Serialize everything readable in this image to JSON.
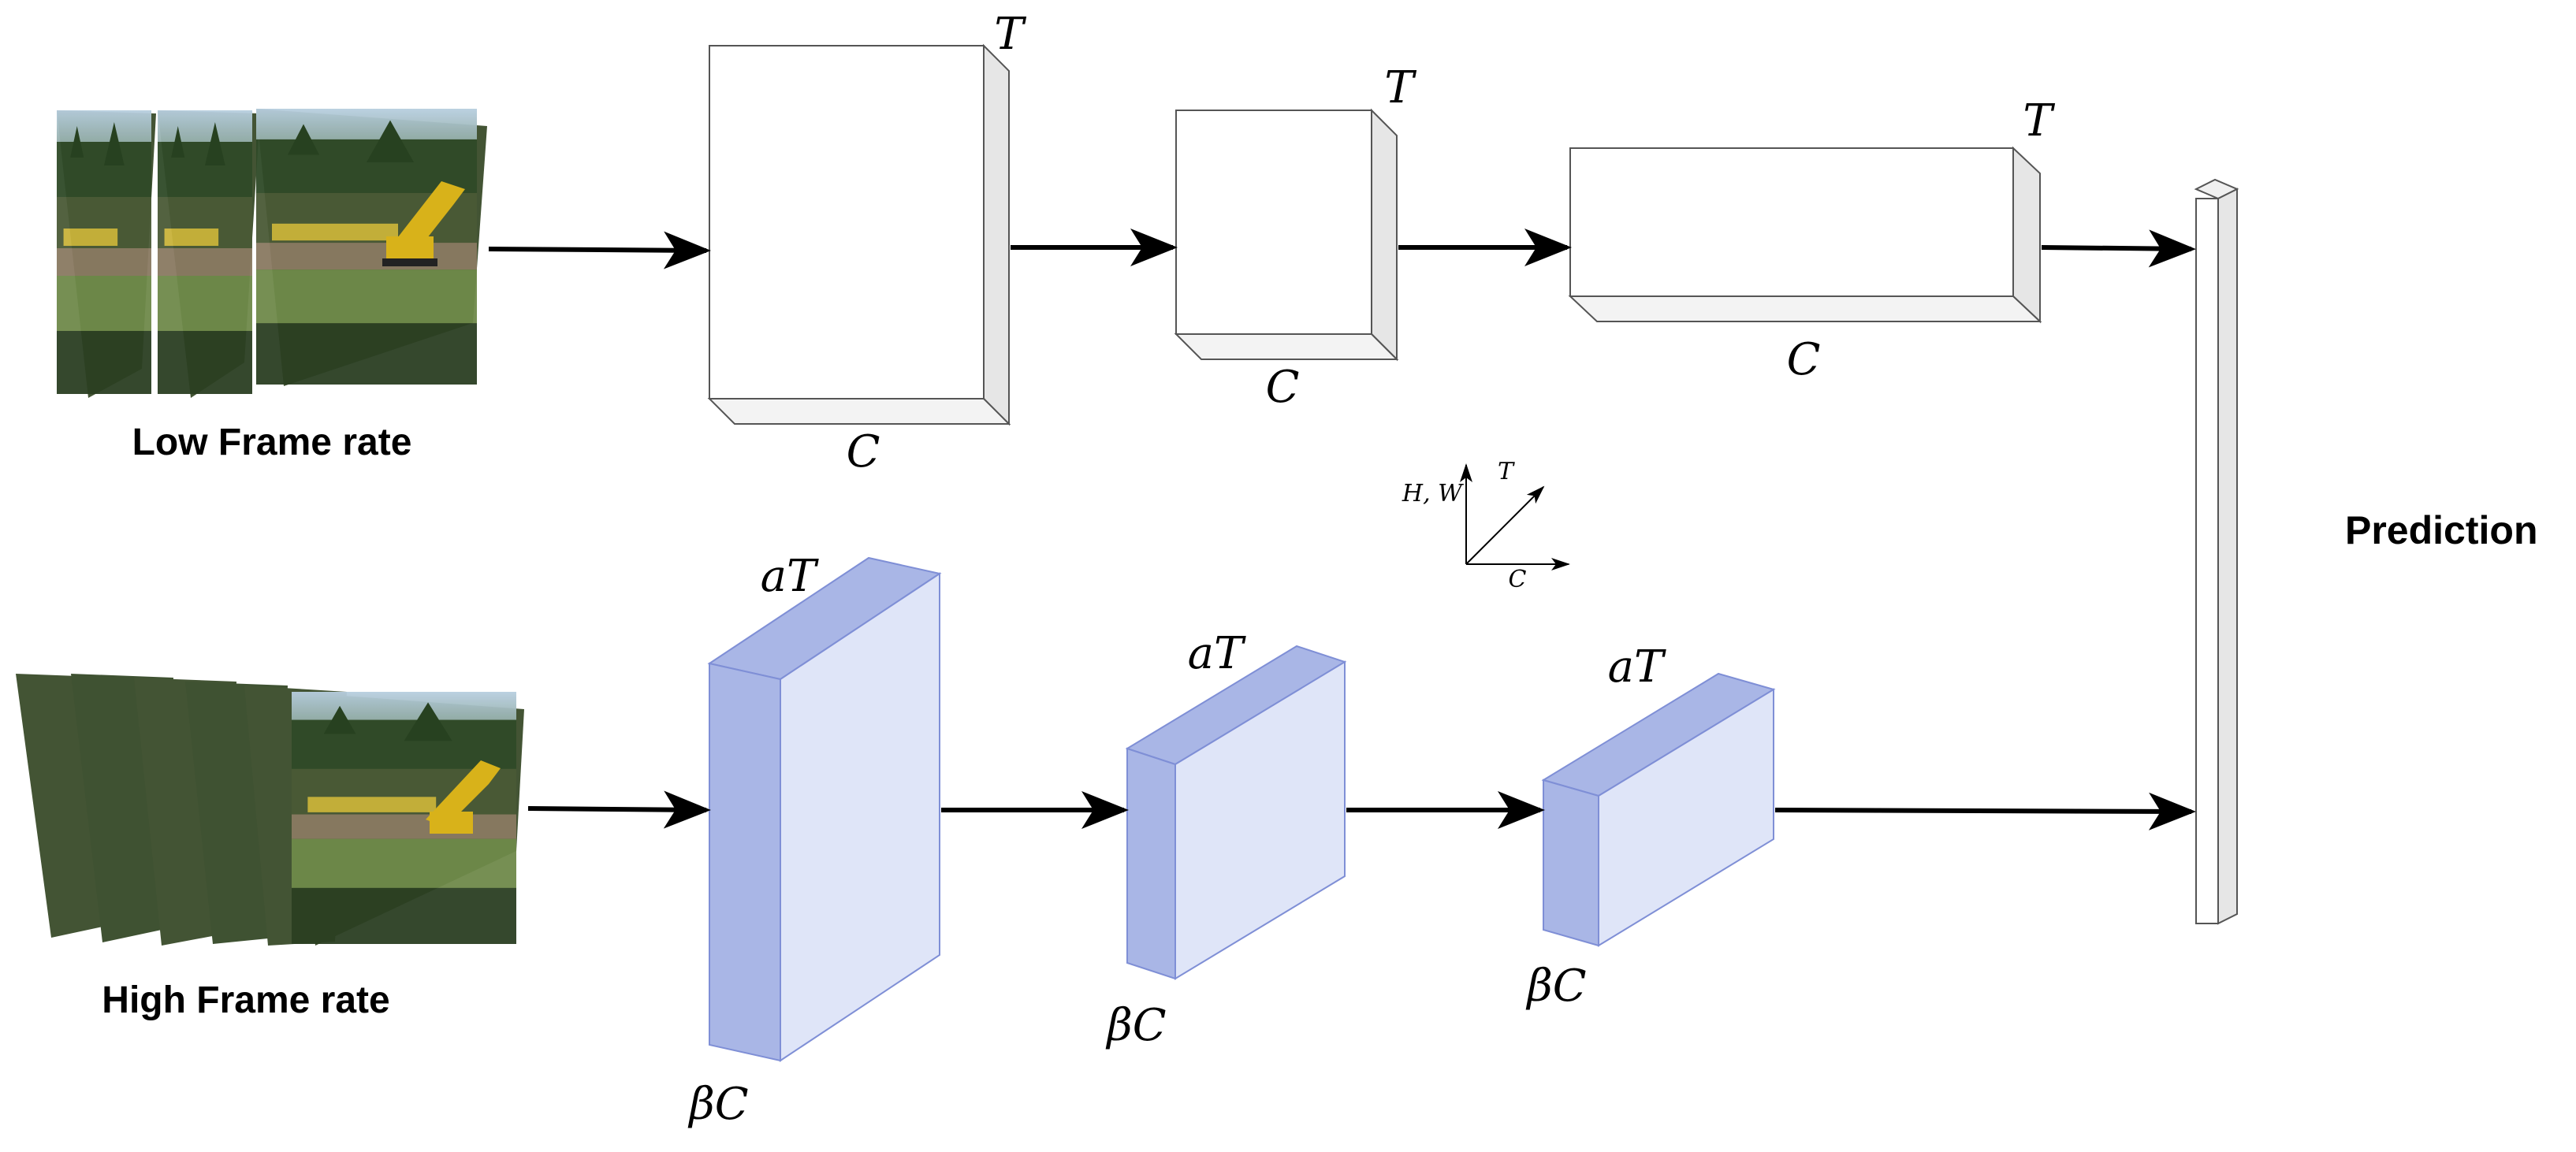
{
  "labels": {
    "low_frame_rate": "Low Frame rate",
    "high_frame_rate": "High Frame rate",
    "prediction": "Prediction"
  },
  "slow_pathway": {
    "block1": {
      "top_label": "T",
      "bottom_label": "C"
    },
    "block2": {
      "top_label": "T",
      "bottom_label": "C"
    },
    "block3": {
      "top_label": "T",
      "bottom_label": "C"
    }
  },
  "fast_pathway": {
    "block1": {
      "top_label": "aT",
      "bottom_label": "βC"
    },
    "block2": {
      "top_label": "aT",
      "bottom_label": "βC"
    },
    "block3": {
      "top_label": "aT",
      "bottom_label": "βC"
    }
  },
  "axes_legend": {
    "vertical": "H, W",
    "diagonal": "T",
    "horizontal": "C"
  },
  "colors": {
    "fast_front": "#a9b6e6",
    "fast_side": "#dfe5f8",
    "fast_stroke": "#7f8fd6",
    "slow_face": "#ffffff",
    "slow_side": "#e6e6e6"
  },
  "icons": {
    "frames": "video-frame-stack-icon"
  }
}
